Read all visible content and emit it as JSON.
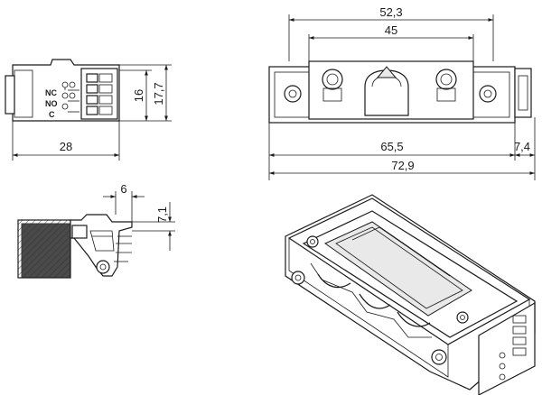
{
  "dimensions": {
    "side_width": "28",
    "side_height_inner": "16",
    "side_height_outer": "17,7",
    "detail_width": "6",
    "detail_height": "7,1",
    "front_inner": "45",
    "front_outer": "52,3",
    "front_body": "65,5",
    "front_total": "72,9",
    "front_connector": "7,4"
  },
  "terminals": [
    "NC",
    "NO",
    "C"
  ]
}
